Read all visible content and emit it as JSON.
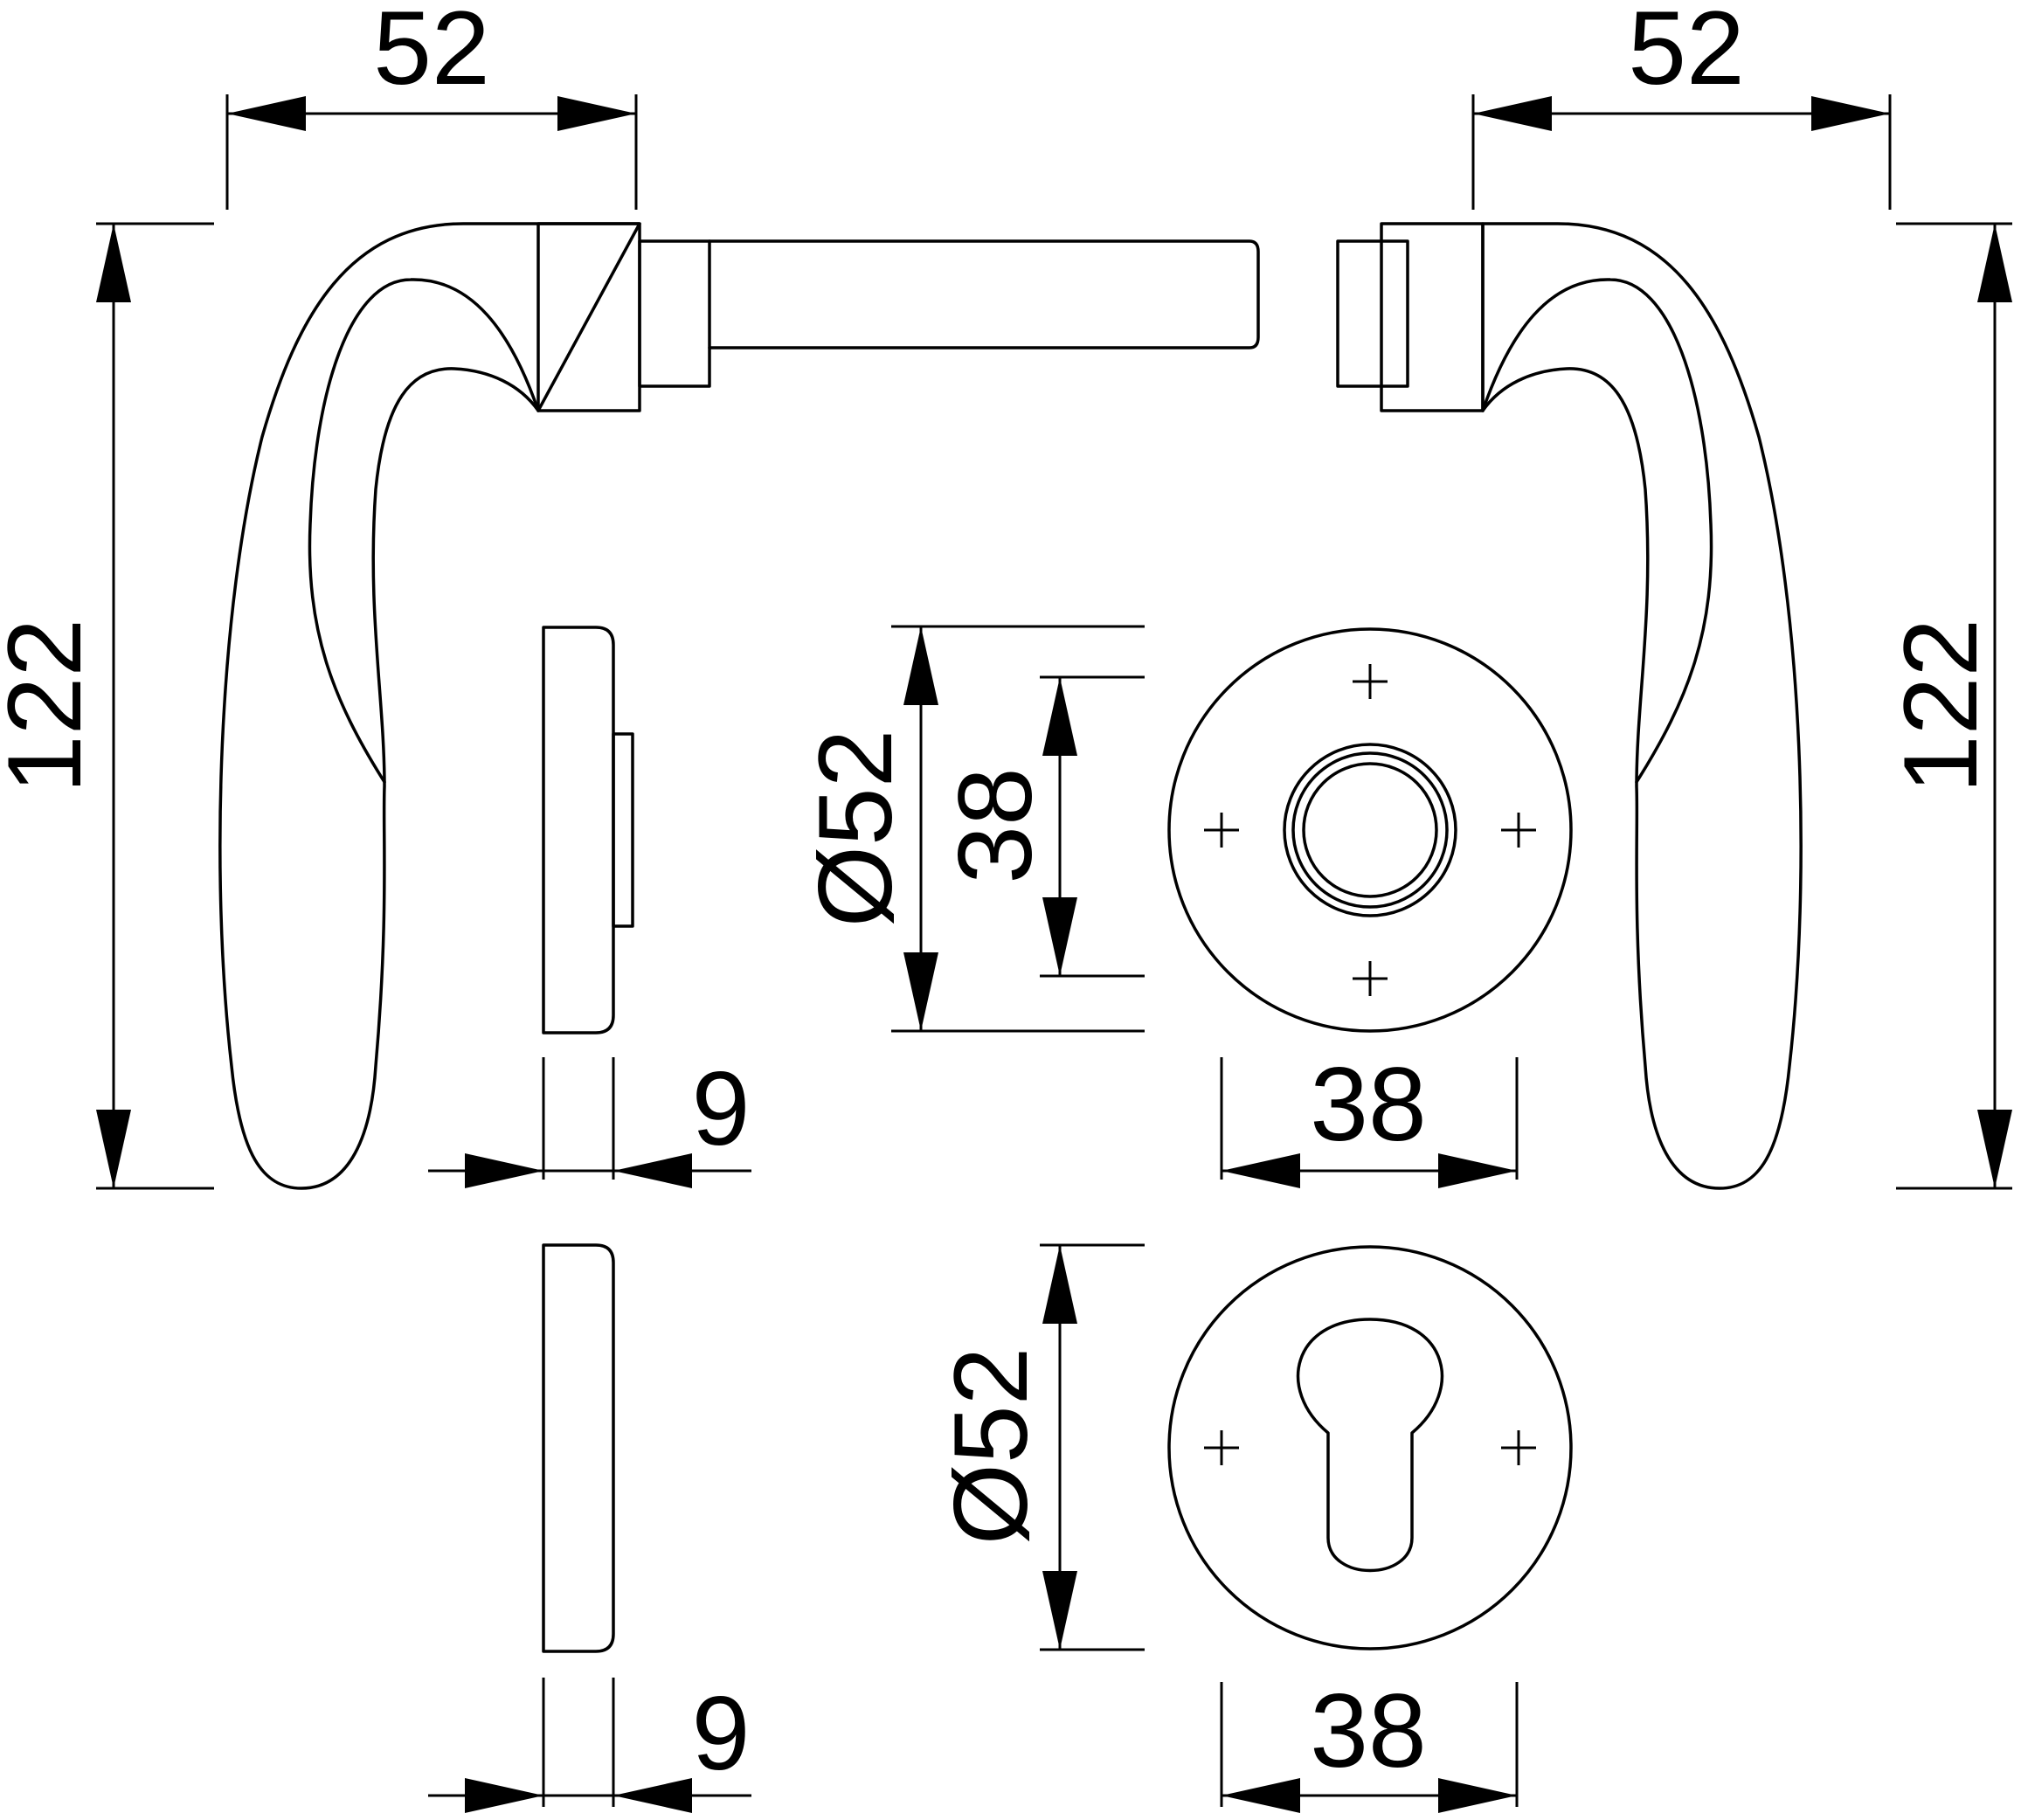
{
  "handle_left": {
    "width_label": "52",
    "height_label": "122"
  },
  "handle_right": {
    "width_label": "52",
    "height_label": "122"
  },
  "rose_top": {
    "diameter_label": "Ø52",
    "inner_diameter_label": "38",
    "width_label": "38",
    "thickness_label": "9"
  },
  "rose_bottom": {
    "diameter_label": "Ø52",
    "width_label": "38",
    "thickness_label": "9"
  },
  "colors": {
    "line": "#000000",
    "background": "#ffffff"
  }
}
